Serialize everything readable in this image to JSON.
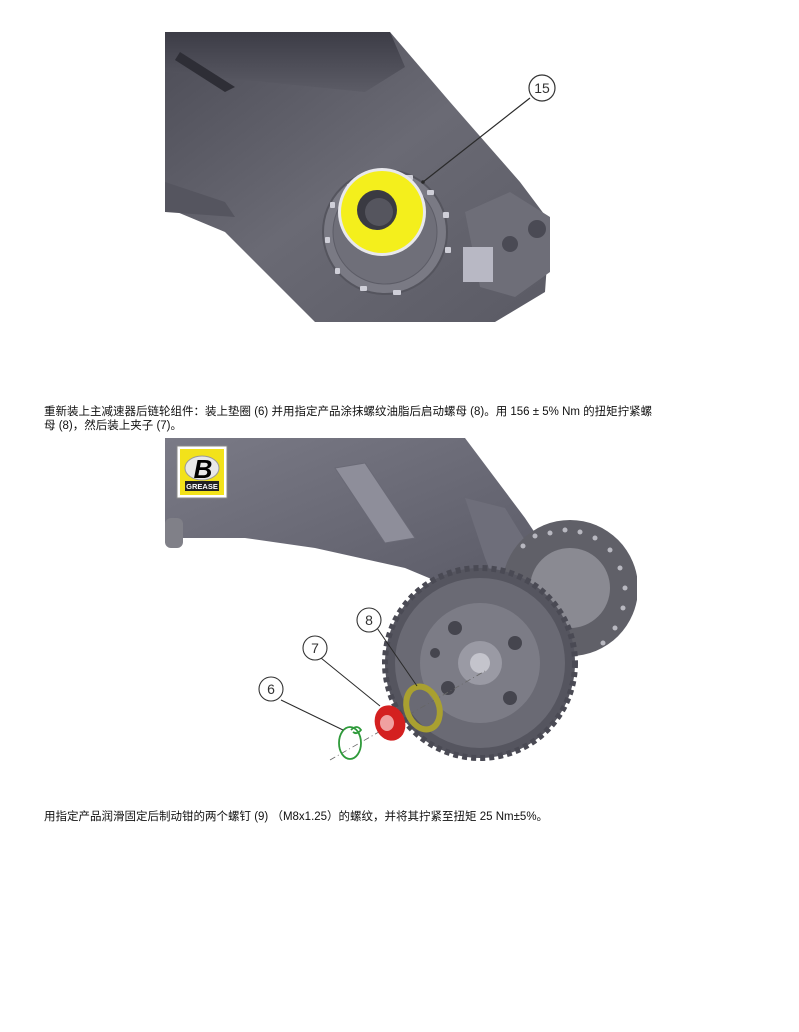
{
  "figures": [
    {
      "id": "fig-swingarm-bearing",
      "callouts": [
        {
          "label": "15",
          "part": "bearing / spacer ring (highlighted yellow)"
        }
      ],
      "colors": {
        "part_highlight": "#f4ef1c",
        "body": "#5f5f6a",
        "background": "#ffffff"
      }
    },
    {
      "id": "fig-sprocket-assembly",
      "badge": {
        "letter": "B",
        "text": "GREASE",
        "bg": "#f2e21a"
      },
      "callouts": [
        {
          "label": "6",
          "part": "clip",
          "color": "#2e9a3a"
        },
        {
          "label": "7",
          "part": "nut",
          "color": "#d42020"
        },
        {
          "label": "8",
          "part": "washer",
          "color": "#a9a030"
        }
      ]
    }
  ],
  "paragraphs": [
    {
      "lines": [
        "重新装上主减速器后链轮组件：装上垫圈 (6) 并用指定产品涂抹螺纹油脂后启动螺母 (8)。用 156 ± 5% Nm 的扭矩拧紧螺",
        "母 (8)，然后装上夹子 (7)。"
      ]
    },
    {
      "lines": [
        "用指定产品润滑固定后制动钳的两个螺钉 (9) （M8x1.25）的螺纹，并将其拧紧至扭矩 25 Nm±5%。"
      ]
    }
  ]
}
